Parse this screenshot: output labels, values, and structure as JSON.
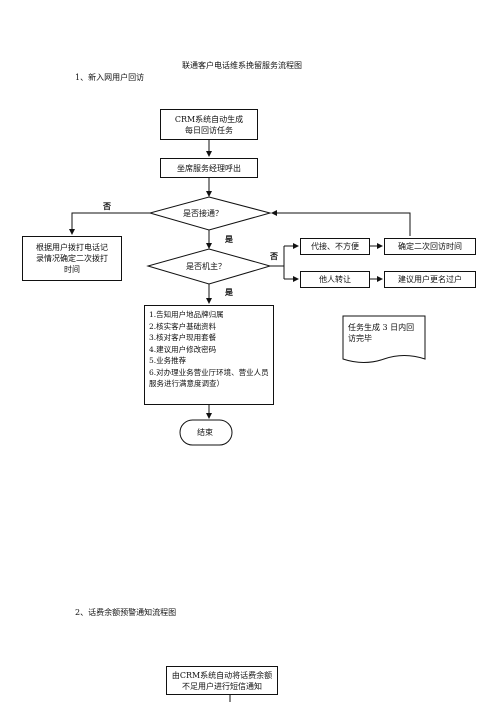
{
  "doc": {
    "title": "联通客户电话维系挽留服务流程图",
    "section1": "1、新入网用户回访",
    "section2": "2、话费余额预警通知流程图"
  },
  "flow1": {
    "start": [
      "CRM系统自动生成",
      "每日回访任务"
    ],
    "call": "坐席服务经理呼出",
    "connected_q": "是否接通？",
    "owner_q": "是否机主？",
    "no_label": "否",
    "yes_label": "是",
    "left_box": [
      "根据用户拨打电话记",
      "录情况确定二次拨打",
      "时间"
    ],
    "proxy": "代接、不方便",
    "second_time": "确定二次回访时间",
    "transfer": "他人转让",
    "rename": "建议用户更名过户",
    "steps": [
      "1.告知用户地品牌归属",
      "2.核实客户基础资料",
      "3.核对客户现用套餐",
      "4.建议用户修改密码",
      "5.业务推荐",
      "6.对办理业务营业厅环境、营业人员服务进行满意度调查）"
    ],
    "note": "任务生成 3 日内回访完毕",
    "end": "结束"
  },
  "flow2": {
    "start": [
      "由CRM系统自动将话费余额",
      "不足用户进行短信通知"
    ]
  }
}
